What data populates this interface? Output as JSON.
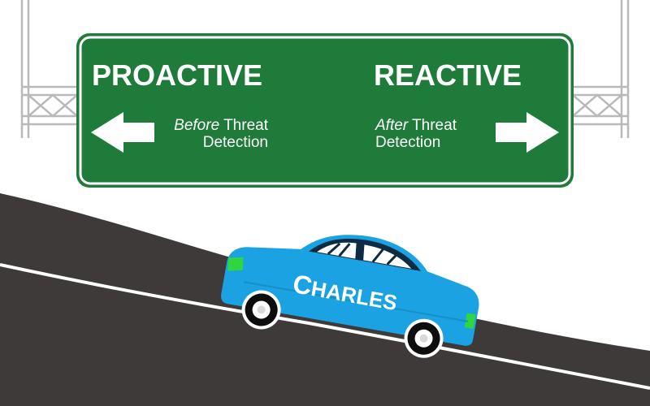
{
  "sign": {
    "left": {
      "title": "PROACTIVE",
      "line1_em": "Before",
      "line1_rest": " Threat",
      "line2": "Detection",
      "arrow_icon": "arrow-left-icon"
    },
    "right": {
      "title": "REACTIVE",
      "line1_em": "After",
      "line1_rest": " Threat",
      "line2": "Detection",
      "arrow_icon": "arrow-right-icon"
    }
  },
  "car": {
    "brand_initial": "C",
    "brand_rest": "HARLES",
    "icon": "car-icon"
  },
  "colors": {
    "sign_green": "#1f7b3a",
    "road": "#3e3a3a",
    "car_blue": "#1aa2e2",
    "headlight_green": "#2fd63f",
    "gantry_grey": "#b9b9b9"
  }
}
